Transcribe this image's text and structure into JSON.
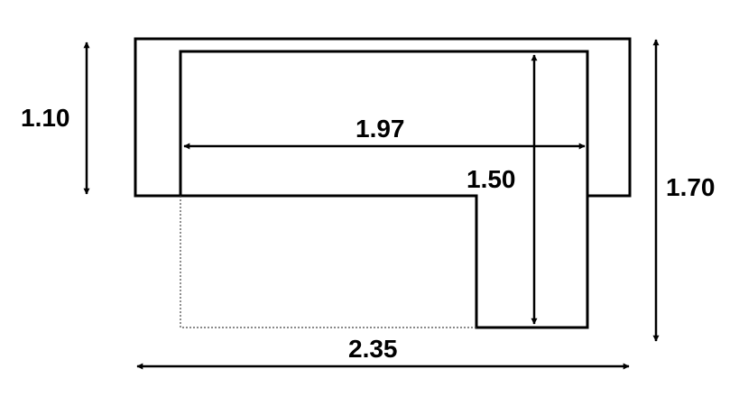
{
  "dimensions": {
    "left_height": "1.10",
    "inner_width": "1.97",
    "chaise_depth": "1.50",
    "total_depth": "1.70",
    "total_width": "2.35"
  }
}
